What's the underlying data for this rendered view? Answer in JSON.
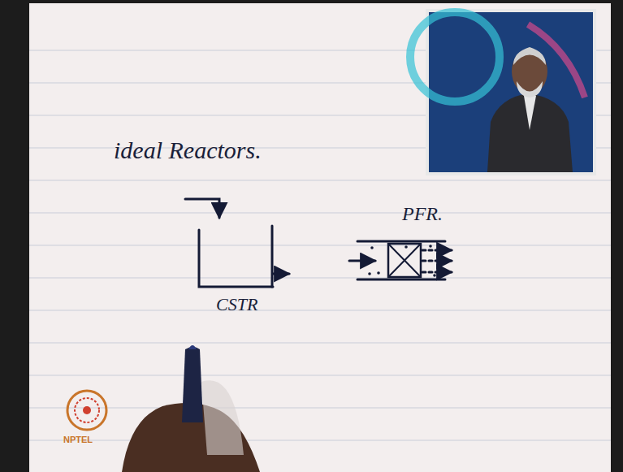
{
  "diagram": {
    "title": "ideal Reactors.",
    "labels": [
      "CSTR",
      "PFR.",
      "NPTEL"
    ]
  }
}
